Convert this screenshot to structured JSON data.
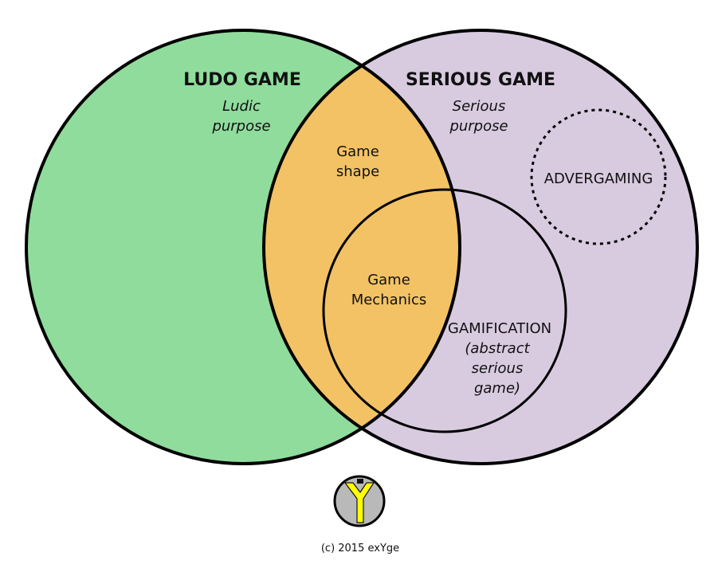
{
  "colors": {
    "ludo_fill": "#8fdc9c",
    "serious_fill": "#d8cbe0",
    "overlap_fill": "#f2c265",
    "outline": "#000000",
    "logo_gray": "#b9b9b9",
    "logo_yellow": "#ffff00"
  },
  "ludo_game": {
    "title": "LUDO GAME",
    "purpose_line1": "Ludic",
    "purpose_line2": "purpose"
  },
  "serious_game": {
    "title": "SERIOUS GAME",
    "purpose_line1": "Serious",
    "purpose_line2": "purpose"
  },
  "game_shape": {
    "line1": "Game",
    "line2": "shape"
  },
  "game_mechanics": {
    "line1": "Game",
    "line2": "Mechanics"
  },
  "gamification": {
    "title": "GAMIFICATION",
    "line1": "(abstract",
    "line2": "serious",
    "line3": "game)"
  },
  "advergaming": {
    "label": "ADVERGAMING"
  },
  "logo": {
    "icon": "exyge-logo-icon"
  },
  "copyright": "(c) 2015 exYge"
}
